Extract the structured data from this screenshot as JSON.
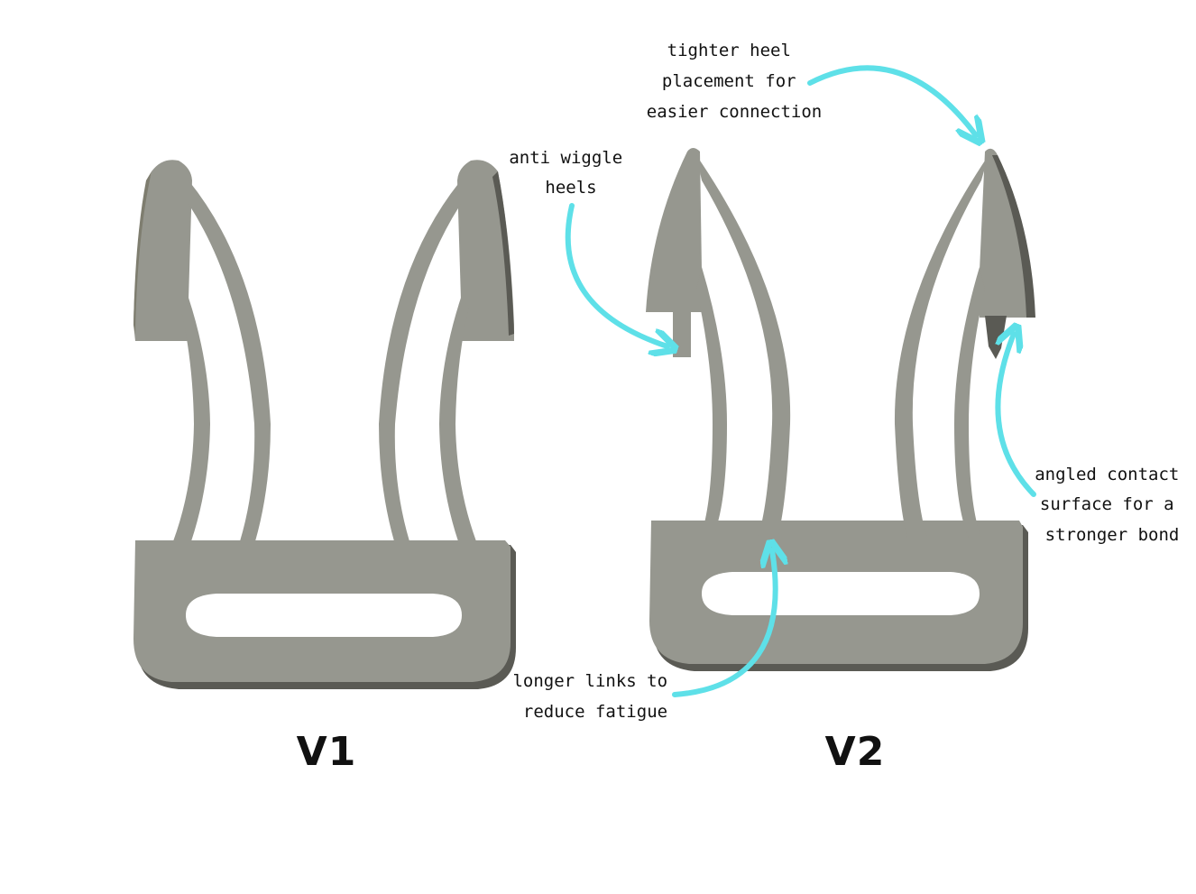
{
  "labels": {
    "v1": "V1",
    "v2": "V2"
  },
  "annotations": {
    "tighter_heel": [
      "tighter heel",
      "placement for",
      "easier connection"
    ],
    "anti_wiggle": [
      "anti wiggle",
      "heels"
    ],
    "angled_contact": [
      "angled contact",
      "surface for a",
      "stronger bond"
    ],
    "longer_links": [
      "longer links to",
      "reduce fatigue"
    ]
  },
  "colors": {
    "part_fill": "#96978f",
    "part_shadow": "#5a5a54",
    "part_edge": "#7e7d6f",
    "arrow": "#5ee0e8",
    "text": "#111111",
    "background": "#ffffff"
  }
}
